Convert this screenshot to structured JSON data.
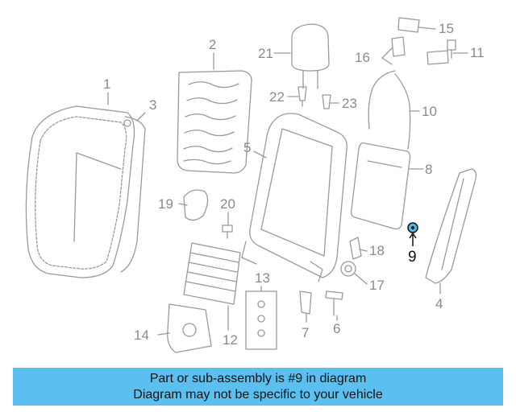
{
  "diagram": {
    "callouts": [
      "1",
      "2",
      "3",
      "4",
      "5",
      "6",
      "7",
      "8",
      "9",
      "10",
      "11",
      "12",
      "13",
      "14",
      "15",
      "16",
      "17",
      "18",
      "19",
      "20",
      "21",
      "22",
      "23"
    ],
    "highlighted_part": "9",
    "colors": {
      "line": "#9a9a9a",
      "highlight": "#111111",
      "highlight_part": "#4fb8ea"
    }
  },
  "banner": {
    "line1": "Part or sub-assembly is #9 in diagram",
    "line2": "Diagram may not be specific to your vehicle",
    "background": "#5bc0f0"
  }
}
